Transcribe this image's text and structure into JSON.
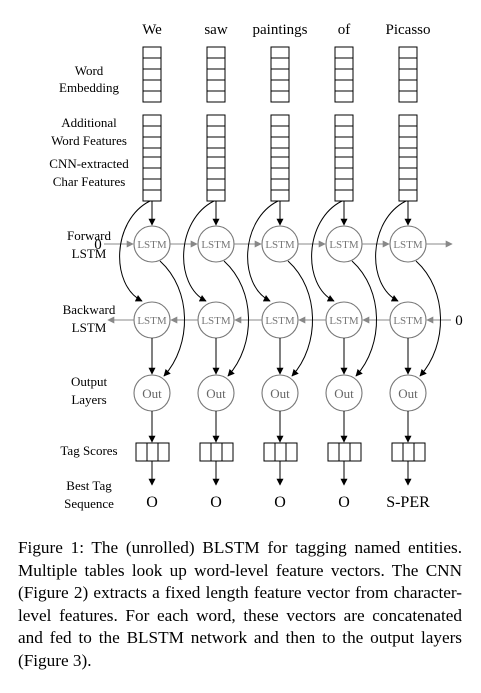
{
  "words": [
    "We",
    "saw",
    "paintings",
    "of",
    "Picasso"
  ],
  "row_labels": {
    "word_embedding": [
      "Word",
      "Embedding"
    ],
    "additional_features": [
      "Additional",
      "Word Features"
    ],
    "char_features": [
      "CNN-extracted",
      "Char Features"
    ],
    "forward_lstm": [
      "Forward",
      "LSTM"
    ],
    "backward_lstm": [
      "Backward",
      "LSTM"
    ],
    "output_layers": [
      "Output",
      "Layers"
    ],
    "tag_scores": [
      "Tag Scores"
    ],
    "best_tag": [
      "Best Tag",
      "Sequence"
    ]
  },
  "node_labels": {
    "lstm": "LSTM",
    "out": "Out"
  },
  "initial_state": "0",
  "tags": [
    "O",
    "O",
    "O",
    "O",
    "S-PER"
  ],
  "caption": "Figure 1: The (unrolled) BLSTM for tagging named entities. Multiple tables look up word-level feature vectors. The CNN (Figure 2) extracts a fixed length feature vector from character-level features. For each word, these vectors are concatenated and fed to the BLSTM network and then to the output layers (Figure 3)."
}
